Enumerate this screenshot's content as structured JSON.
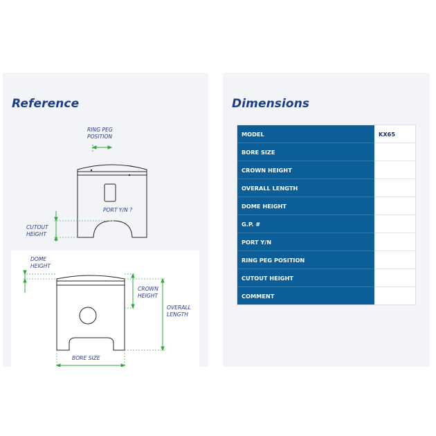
{
  "reference": {
    "title": "Reference",
    "labels": {
      "ring_peg_1": "RING PEG",
      "ring_peg_2": "POSITION",
      "port": "PORT Y/N ?",
      "cutout_1": "CUTOUT",
      "cutout_2": "HEIGHT",
      "dome_1": "DOME",
      "dome_2": "HEIGHT",
      "crown_1": "CROWN",
      "crown_2": "HEIGHT",
      "overall_1": "OVERALL",
      "overall_2": "LENGTH",
      "bore": "BORE SIZE"
    }
  },
  "dimensions": {
    "title": "Dimensions",
    "rows": [
      {
        "label": "MODEL",
        "value": "KX65"
      },
      {
        "label": "BORE SIZE",
        "value": ""
      },
      {
        "label": "CROWN HEIGHT",
        "value": ""
      },
      {
        "label": "OVERALL LENGTH",
        "value": ""
      },
      {
        "label": "DOME HEIGHT",
        "value": ""
      },
      {
        "label": "G.P. #",
        "value": ""
      },
      {
        "label": "PORT Y/N",
        "value": ""
      },
      {
        "label": "RING PEG POSITION",
        "value": ""
      },
      {
        "label": "CUTOUT HEIGHT",
        "value": ""
      },
      {
        "label": "COMMENT",
        "value": ""
      }
    ]
  },
  "colors": {
    "title": "#1c3d87",
    "table_header": "#0b5e98",
    "dimension_line": "#2eaa3a",
    "diagram_text": "#2a3a8a"
  }
}
